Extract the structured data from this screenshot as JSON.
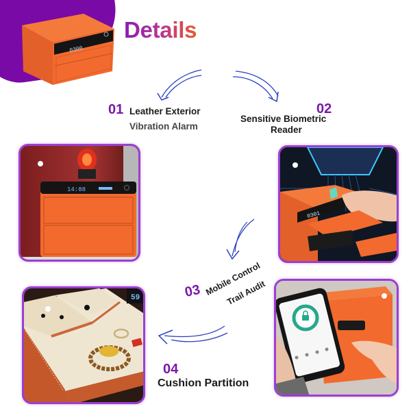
{
  "header": {
    "title": "Details"
  },
  "hero": {
    "display_time": "0300",
    "product_color": "#f26a2e"
  },
  "features": [
    {
      "number": "01",
      "lines": [
        "Leather Exterior",
        "Vibration Alarm"
      ]
    },
    {
      "number": "02",
      "lines": [
        "Sensitive Biometric",
        "Reader"
      ]
    },
    {
      "number": "03",
      "lines": [
        "Mobile Control",
        "Trail Audit"
      ]
    },
    {
      "number": "04",
      "lines": [
        "Cushion Partition"
      ]
    }
  ],
  "cards": {
    "alarm": {
      "display": "14:88"
    },
    "biometric": {
      "display": "0301"
    },
    "jewelry": {
      "display": "59"
    },
    "mobile": {}
  },
  "colors": {
    "accent_purple": "#7a18a8",
    "card_border": "#9b3fd0",
    "arrow_blue": "#2a3fc0",
    "safe_orange": "#f26a2e"
  }
}
